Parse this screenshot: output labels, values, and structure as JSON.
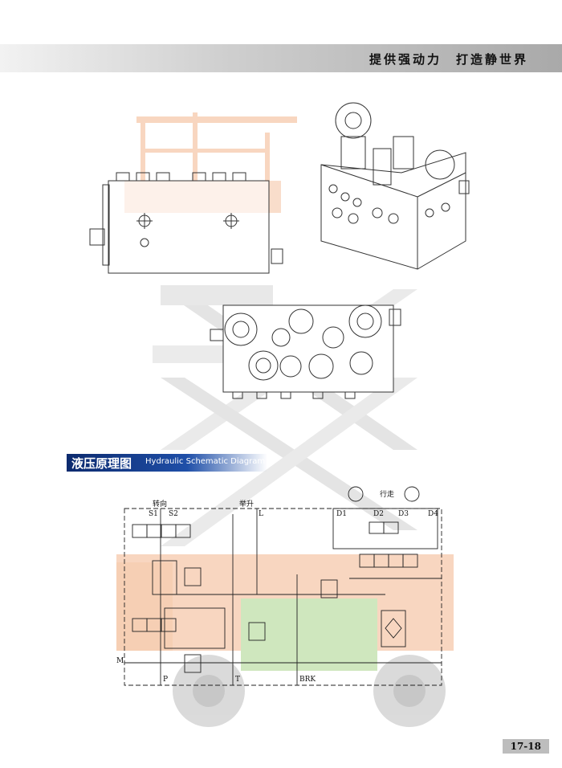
{
  "banner": {
    "slogan": "提供强动力　打造静世界"
  },
  "section": {
    "title_zh": "液压原理图",
    "title_en": "Hydraulic Schematic Diagram"
  },
  "schematic_labels": {
    "steer": "转向",
    "lift": "举升",
    "travel": "行走",
    "s1": "S1",
    "s2": "S2",
    "l": "L",
    "d1": "D1",
    "d2": "D2",
    "d3": "D3",
    "d4": "D4",
    "m": "M",
    "p": "P",
    "t": "T",
    "brk": "BRK"
  },
  "page": {
    "number": "17-18"
  },
  "colors": {
    "orange": "#f0a070",
    "green": "#a9d58a",
    "banner": "#b0b0b0",
    "blue": "#123a8a"
  }
}
